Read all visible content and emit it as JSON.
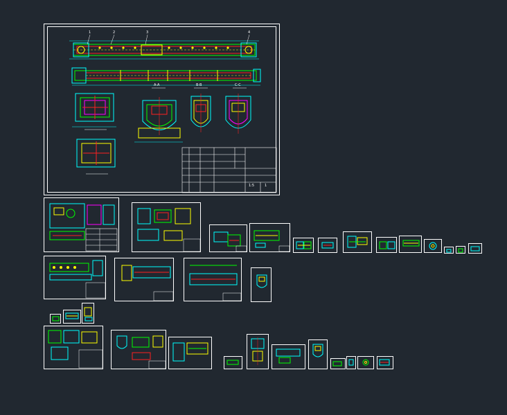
{
  "app": {
    "name": "",
    "background_color": "#212830"
  },
  "colors": {
    "frame": "#ffffff",
    "cyan": "#00ffff",
    "green": "#00ff00",
    "yellow": "#ffff00",
    "red": "#ff2020",
    "magenta": "#ff00ff"
  },
  "main_sheet": {
    "balloons": [
      "1",
      "2",
      "3",
      "4"
    ],
    "section_labels": [
      "A-A",
      "B-B",
      "C-C"
    ],
    "title_block": {
      "scale": "1:5",
      "sheet": "1"
    }
  },
  "icons": [
    "drawing-sheet-icon"
  ]
}
